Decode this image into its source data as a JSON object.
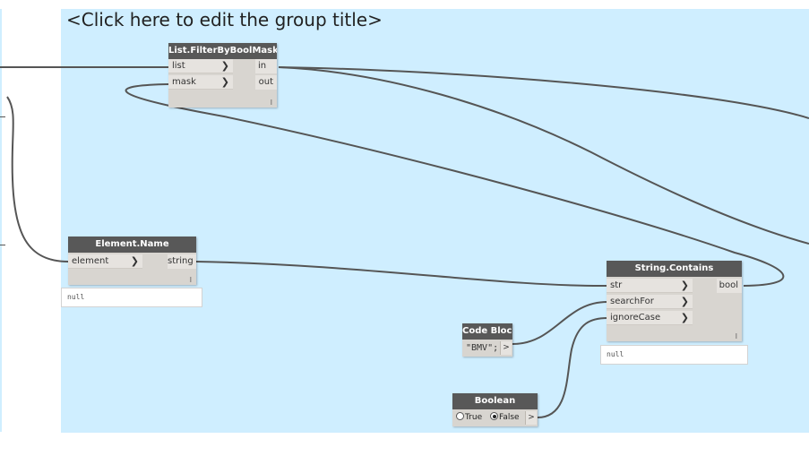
{
  "group": {
    "title": "<Click here to edit the group title>",
    "color": "#cfeeff"
  },
  "colors": {
    "node_header": "#585858",
    "node_body": "#d8d5d0",
    "port_bg": "#e6e3df",
    "wire": "#555555"
  },
  "nodes": {
    "filter": {
      "title": "List.FilterByBoolMask",
      "inputs": [
        "list",
        "mask"
      ],
      "outputs": [
        "in",
        "out"
      ],
      "lacing": "l"
    },
    "element_name": {
      "title": "Element.Name",
      "inputs": [
        "element"
      ],
      "outputs": [
        "string"
      ],
      "lacing": "l",
      "preview": "null"
    },
    "string_contains": {
      "title": "String.Contains",
      "inputs": [
        "str",
        "searchFor",
        "ignoreCase"
      ],
      "outputs": [
        "bool"
      ],
      "lacing": "l",
      "preview": "null"
    },
    "code_block": {
      "title": "Code Block",
      "code": "\"BMV\";",
      "output_arrow": ">"
    },
    "boolean": {
      "title": "Boolean",
      "option_true": "True",
      "option_false": "False",
      "selected": "False",
      "output_arrow": ">"
    }
  },
  "port_chevron": "❯"
}
